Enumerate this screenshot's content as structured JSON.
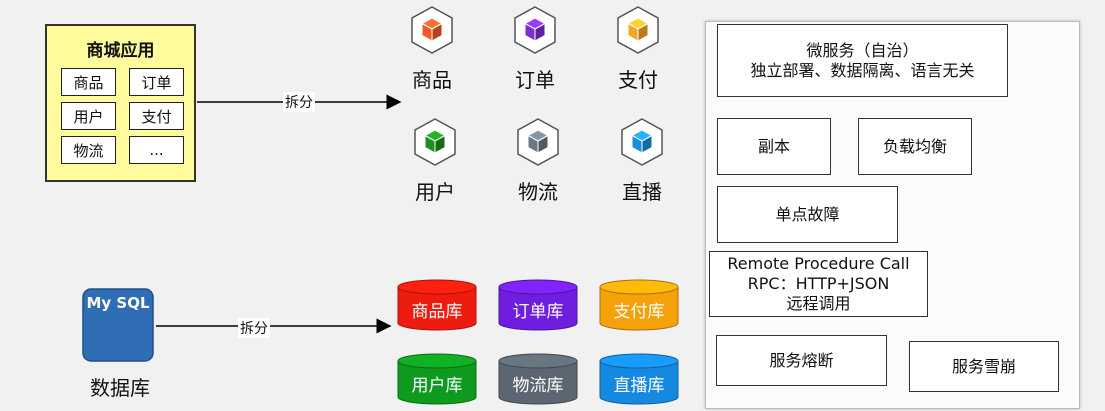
{
  "monolith": {
    "title": "商城应用",
    "cells": [
      "商品",
      "订单",
      "用户",
      "支付",
      "物流",
      "..."
    ]
  },
  "split_label": "拆分",
  "services": [
    {
      "label": "商品",
      "color": "#f05a28"
    },
    {
      "label": "订单",
      "color": "#7b2fd0"
    },
    {
      "label": "支付",
      "color": "#f5a623"
    },
    {
      "label": "用户",
      "color": "#1f8f1f"
    },
    {
      "label": "物流",
      "color": "#6b7785"
    },
    {
      "label": "直播",
      "color": "#1a8fe0"
    }
  ],
  "database": {
    "logo_text": "My SQL",
    "label": "数据库",
    "color": "#2f6db5"
  },
  "split_label_db": "拆分",
  "dbs": [
    {
      "label": "商品库",
      "color": "#ee1c0e"
    },
    {
      "label": "订单库",
      "color": "#6f1ee0"
    },
    {
      "label": "支付库",
      "color": "#f5a20a"
    },
    {
      "label": "用户库",
      "color": "#0e9a1e"
    },
    {
      "label": "物流库",
      "color": "#5b6670"
    },
    {
      "label": "直播库",
      "color": "#1588e0"
    }
  ],
  "notes": {
    "micro_title": "微服务（自治）",
    "micro_sub": "独立部署、数据隔离、语言无关",
    "replica": "副本",
    "lb": "负载均衡",
    "spof": "单点故障",
    "rpc_1": "Remote Procedure Call",
    "rpc_2": "RPC：HTTP+JSON",
    "rpc_3": "远程调用",
    "breaker": "服务熔断",
    "avalanche": "服务雪崩"
  }
}
